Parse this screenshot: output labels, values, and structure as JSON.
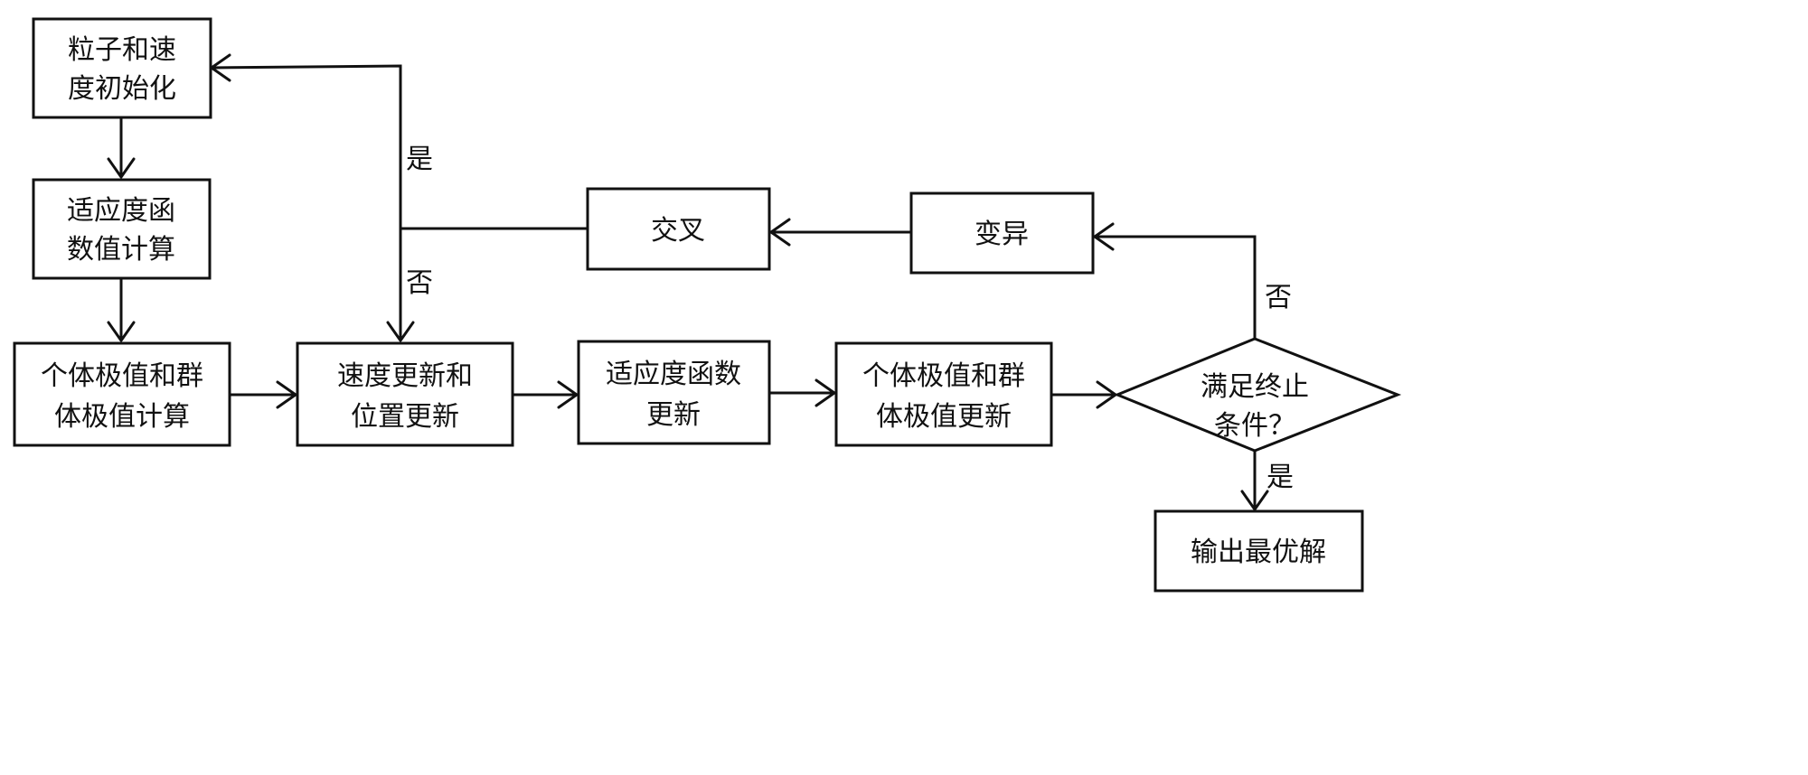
{
  "nodes": {
    "init": [
      "粒子和速",
      "度初始化"
    ],
    "fitness_calc": [
      "适应度函",
      "数值计算"
    ],
    "extreme_calc": [
      "个体极值和群",
      "体极值计算"
    ],
    "velocity_update": [
      "速度更新和",
      "位置更新"
    ],
    "fitness_update": [
      "适应度函数",
      "更新"
    ],
    "extreme_update": [
      "个体极值和群",
      "体极值更新"
    ],
    "termination": [
      "满足终止",
      "条件？"
    ],
    "output": [
      "输出最优解"
    ],
    "mutation": [
      "变异"
    ],
    "crossover": [
      "交叉"
    ]
  },
  "edge_labels": {
    "yes_loop": "是",
    "no_loop": "否",
    "no_mutation": "否",
    "yes_output": "是"
  },
  "colors": {
    "stroke": "#111111",
    "background": "#ffffff"
  }
}
